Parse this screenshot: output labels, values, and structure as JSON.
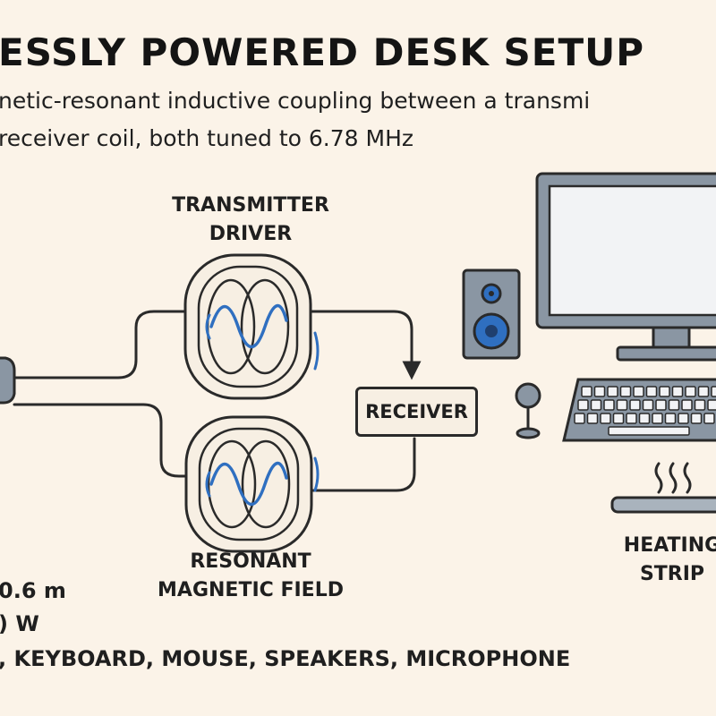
{
  "header": {
    "title": "ESSLY POWERED DESK SETUP",
    "subtitle_line1": "netic-resonant inductive coupling between a transmi",
    "subtitle_line2": " receiver coil, both tuned to 6.78 MHz"
  },
  "labels": {
    "transmitter_line1": "TRANSMITTER",
    "transmitter_line2": "DRIVER",
    "receiver": "RECEIVER",
    "resonant_line1": "RESONANT",
    "resonant_line2": "MAGNETIC FIELD",
    "heating_line1": "HEATING",
    "heating_line2": "STRIP"
  },
  "specs": [
    "0.6 m",
    ") W",
    ", KEYBOARD, MOUSE, SPEAKERS, MICROPHONE"
  ],
  "colors": {
    "background": "#fbf3e8",
    "outline": "#2a2a2a",
    "field_wave": "#2f6fc0",
    "device_gray": "#8a96a3",
    "screen_face": "#f2f3f5"
  },
  "icons": [
    "transmitter-coil-icon",
    "receiver-coil-icon",
    "monitor-icon",
    "speaker-icon",
    "keyboard-icon",
    "microphone-icon",
    "heating-strip-icon",
    "heat-waves-icon",
    "power-source-icon"
  ]
}
